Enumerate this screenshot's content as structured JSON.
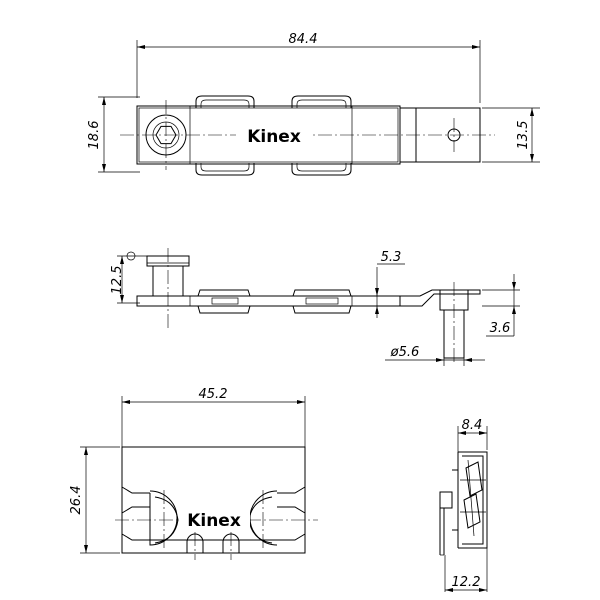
{
  "drawing": {
    "logo_text": "Kinex",
    "dimensions": {
      "overall_length": "84.4",
      "body_height": "18.6",
      "tab_height": "13.5",
      "side_height": "12.5",
      "offset": "5.3",
      "thickness": "3.6",
      "pin_diameter": "ø5.6",
      "bottom_width": "45.2",
      "bottom_height": "26.4",
      "end_width_top": "8.4",
      "end_width_bottom": "12.2"
    }
  }
}
